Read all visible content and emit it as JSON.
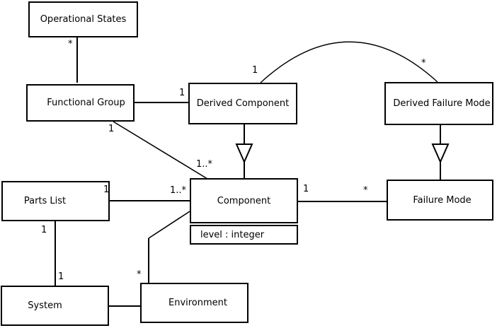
{
  "diagram": {
    "type": "UML class diagram",
    "background_color": "#ffffff",
    "line_color": "#000000",
    "classes": [
      {
        "name": "Operational States"
      },
      {
        "name": "Functional Group"
      },
      {
        "name": "Derived Component"
      },
      {
        "name": "Derived Failure Mode"
      },
      {
        "name": "Parts List"
      },
      {
        "name": "Component",
        "attributes": [
          "level : integer"
        ]
      },
      {
        "name": "Failure Mode"
      },
      {
        "name": "System"
      },
      {
        "name": "Environment"
      }
    ],
    "multiplicities": [
      "*",
      "1",
      "1",
      "*",
      "1",
      "1..*",
      "1",
      "1..*",
      "1",
      "*",
      "1",
      "1",
      "*"
    ],
    "relationships": [
      {
        "from": "Operational States",
        "to": "Functional Group",
        "type": "association",
        "from_end_label": "*"
      },
      {
        "from": "Functional Group",
        "to": "Derived Component",
        "type": "association",
        "to_end_label": "1"
      },
      {
        "from": "Derived Component",
        "to": "Derived Failure Mode",
        "type": "association-arc",
        "from_end_label": "1",
        "to_end_label": "*"
      },
      {
        "from": "Functional Group",
        "to": "Component",
        "type": "association",
        "from_end_label": "1",
        "to_end_label": "1..*"
      },
      {
        "from": "Derived Component",
        "to": "Component",
        "type": "generalization"
      },
      {
        "from": "Derived Failure Mode",
        "to": "Failure Mode",
        "type": "generalization"
      },
      {
        "from": "Parts List",
        "to": "Component",
        "type": "association",
        "from_end_label": "1",
        "to_end_label": "1..*"
      },
      {
        "from": "Component",
        "to": "Failure Mode",
        "type": "association",
        "from_end_label": "1",
        "to_end_label": "*"
      },
      {
        "from": "Parts List",
        "to": "System",
        "type": "association",
        "from_end_label": "1",
        "to_end_label": "1"
      },
      {
        "from": "System",
        "to": "Environment",
        "type": "association"
      },
      {
        "from": "Environment",
        "to": "Component",
        "type": "association",
        "from_end_label": "*"
      }
    ]
  }
}
